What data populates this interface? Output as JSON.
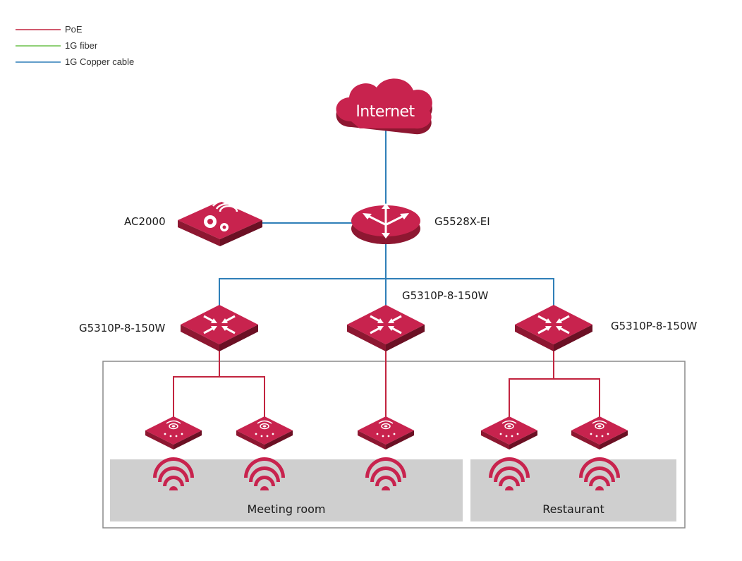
{
  "legend": {
    "items": [
      {
        "label": "PoE",
        "color": "#c2243f"
      },
      {
        "label": "1G fiber",
        "color": "#6cc04a"
      },
      {
        "label": "1G Copper cable",
        "color": "#2f7fb8"
      }
    ]
  },
  "internet": {
    "label": "Internet"
  },
  "core_switch": {
    "label": "G5528X-EI"
  },
  "controller": {
    "label": "AC2000"
  },
  "access_switches": [
    {
      "label": "G5310P-8-150W"
    },
    {
      "label": "G5310P-8-150W"
    },
    {
      "label": "G5310P-8-150W"
    }
  ],
  "zones": [
    {
      "label": "Meeting room"
    },
    {
      "label": "Restaurant"
    }
  ],
  "colors": {
    "device": "#c8234e",
    "device_dark": "#8d1731",
    "device_darker": "#6b1024",
    "copper_line": "#2f7fb8",
    "poe_line": "#c2243f",
    "zone_fill": "#cfcfcf",
    "frame": "#8a8a8a"
  }
}
